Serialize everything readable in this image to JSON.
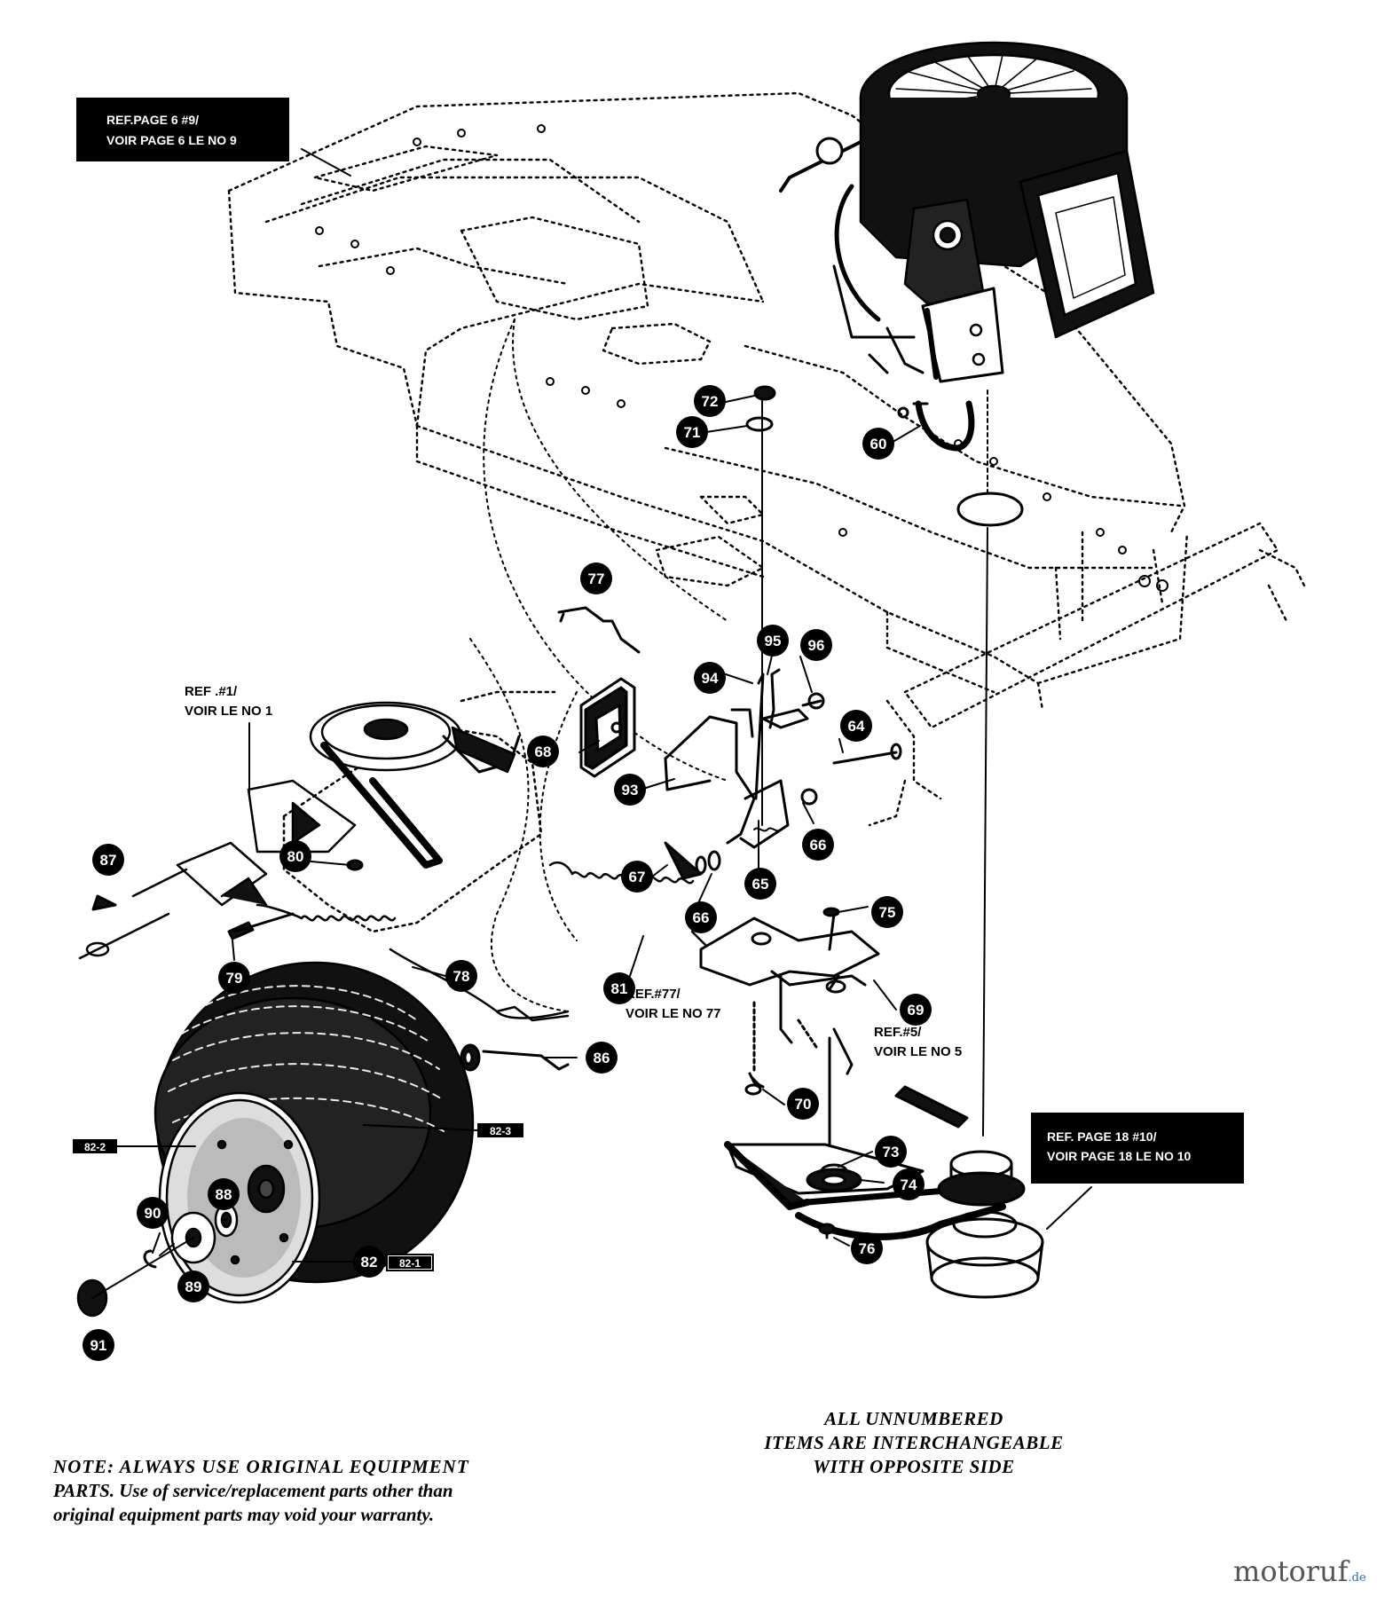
{
  "colors": {
    "ink": "#000000",
    "paper": "#ffffff",
    "watermark_text": "#555555",
    "watermark_accent": "#2a6fb3"
  },
  "callouts": [
    "72",
    "71",
    "60",
    "77",
    "95",
    "96",
    "94",
    "64",
    "68",
    "93",
    "66",
    "65",
    "67",
    "66",
    "87",
    "80",
    "79",
    "78",
    "81",
    "75",
    "69",
    "86",
    "70",
    "73",
    "74",
    "76",
    "88",
    "90",
    "89",
    "82",
    "91"
  ],
  "boxed_refs": {
    "frame": [
      "REF.PAGE 6 #9/",
      "VOIR PAGE 6 LE NO 9"
    ],
    "pulley": [
      "REF.  PAGE 18 #10/",
      "VOIR PAGE 18 LE NO 10"
    ]
  },
  "tags": [
    "82-2",
    "82-3",
    "82-1"
  ],
  "ref_labels": {
    "transaxle": [
      "REF .#1/",
      "VOIR LE NO 1"
    ],
    "rod": [
      "REF.#77/",
      "VOIR LE NO 77"
    ],
    "belt": [
      "REF.#5/",
      "VOIR LE NO 5"
    ]
  },
  "notes": {
    "left_lead": "NOTE: ALWAYS USE ORIGINAL EQUIPMENT",
    "left_line2": "PARTS. Use of service/replacement parts other than",
    "left_line3": "original equipment parts may void your warranty.",
    "right_line1": "ALL UNNUMBERED",
    "right_line2": "ITEMS ARE INTERCHANGEABLE",
    "right_line3": "WITH OPPOSITE SIDE"
  },
  "watermark": {
    "name": "motoruf",
    "suffix": ".de"
  }
}
